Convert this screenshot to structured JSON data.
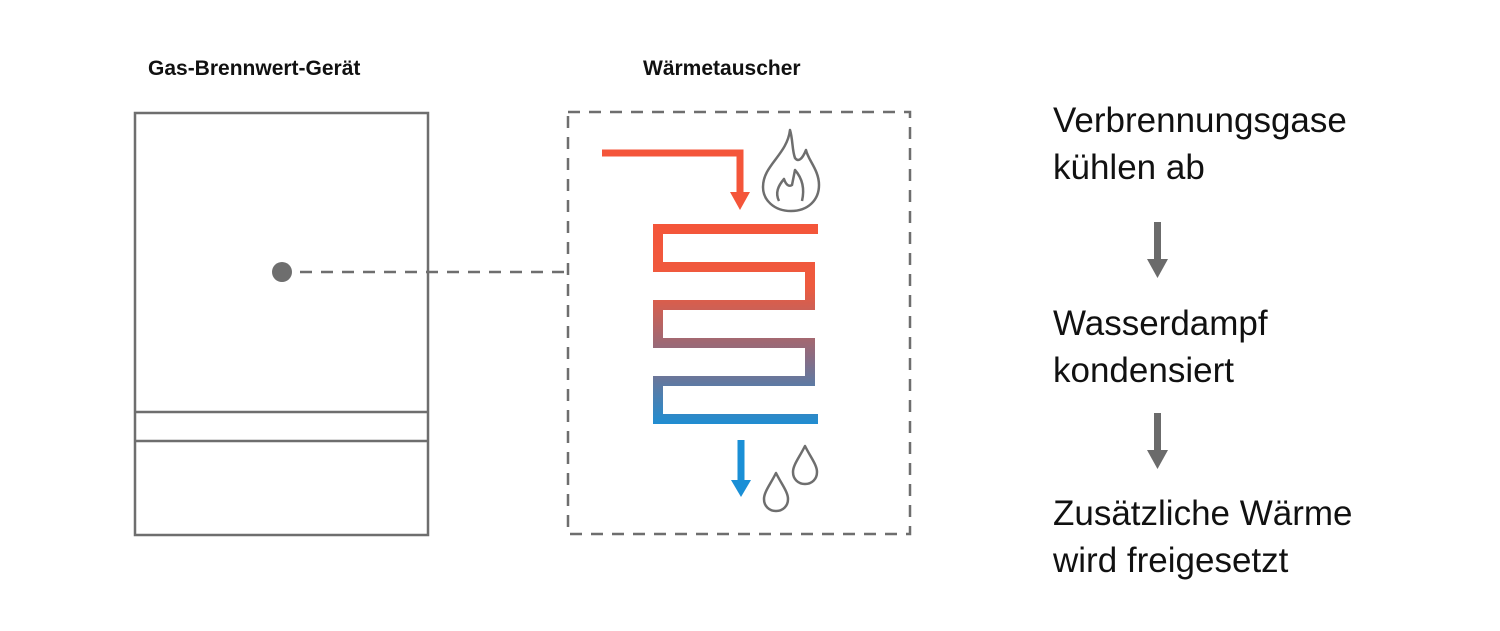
{
  "labels": {
    "device": "Gas-Brennwert-Gerät",
    "heat_exchanger": "Wärmetauscher"
  },
  "steps": [
    {
      "line1": "Verbrennungsgase",
      "line2": "kühlen ab"
    },
    {
      "line1": "Wasserdampf",
      "line2": "kondensiert"
    },
    {
      "line1": "Zusätzliche Wärme",
      "line2": "wird freigesetzt"
    }
  ],
  "icons": [
    "flame-icon",
    "water-drop-icon",
    "arrow-down-icon"
  ],
  "colors": {
    "hot": "#f4553a",
    "cold": "#1a8fd6",
    "outline": "#6e6e6e",
    "text": "#111111",
    "step_arrow": "#6b6b6b"
  }
}
